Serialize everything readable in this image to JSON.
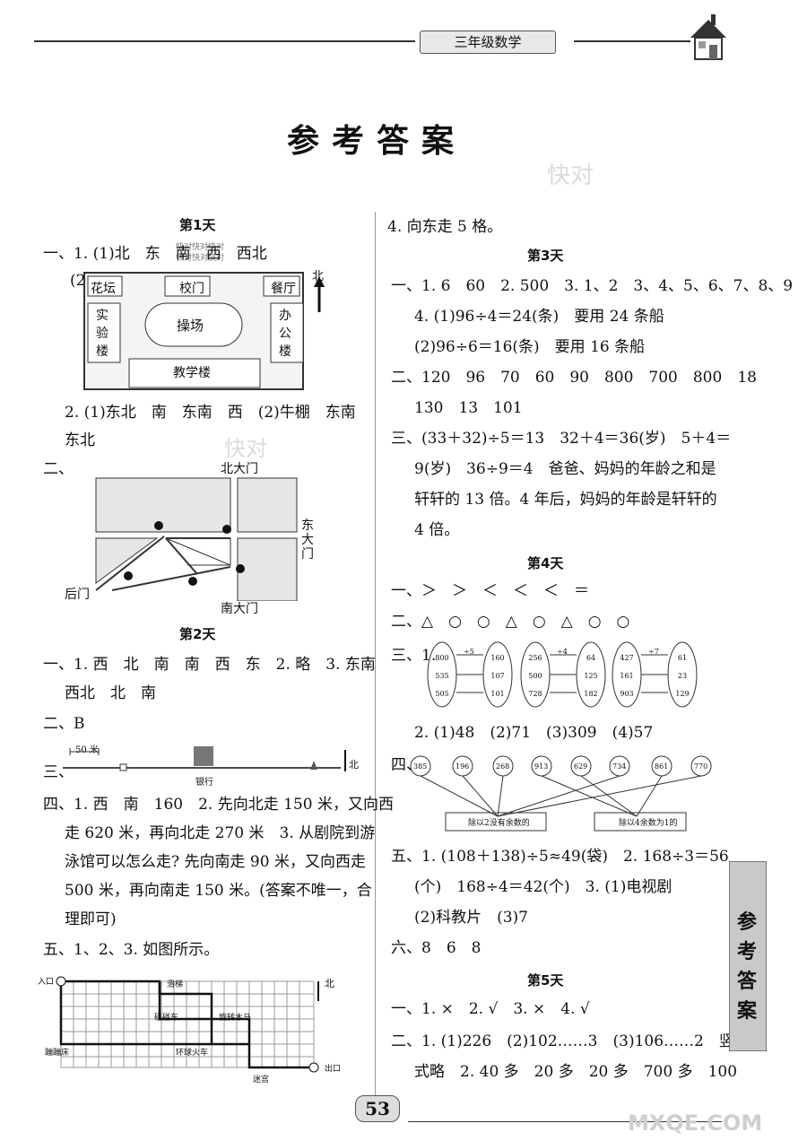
{
  "header": {
    "subject": "三年级数学"
  },
  "title": "参考答案",
  "watermarks": {
    "kuaidui": "快对",
    "wm_small_1": "快对快对快对",
    "wm_small_2": "快对快对快对",
    "mxqe": "MXQE.COM"
  },
  "left": {
    "day1": "第1天",
    "l1": "一、1. (1)北　东　南　西　西北",
    "l1b": "(2)",
    "map1": {
      "huatan": "花坛",
      "xiaomen": "校门",
      "canting": "餐厅",
      "shiyanlou": "实验楼",
      "caochang": "操场",
      "bangonglou": "办公楼",
      "jiaoxuelou": "教学楼",
      "north": "北"
    },
    "l2": "2. (1)东北　南　东南　西　(2)牛棚　东南",
    "l2b": "东北",
    "l3": "二、",
    "map2": {
      "north_gate": "北大门",
      "east_gate": "东大门",
      "back_gate": "后门",
      "south_gate": "南大门"
    },
    "day2": "第2天",
    "l4": "一、1. 西　北　南　南　西　东　2. 略　3. 东南",
    "l4b": "西北　北　南",
    "l5": "二、B",
    "scale": {
      "label": "50 米",
      "bank": "银行",
      "north": "北"
    },
    "l6": "三、",
    "l7": "四、1. 西　南　160　2. 先向北走 150 米，又向西",
    "l7b": "走 620 米，再向北走 270 米　3. 从剧院到游",
    "l7c": "泳馆可以怎么走? 先向南走 90 米，又向西走",
    "l7d": "500 米，再向南走 150 米。(答案不唯一，合",
    "l7e": "理即可)",
    "l8": "五、1、2、3. 如图所示。",
    "grid": {
      "entry": "入口",
      "exit": "出口",
      "huati": "滑梯",
      "pengpengche": "碰碰车",
      "xuanzhuanmuma": "旋转木马",
      "bengbengchuang": "蹦蹦床",
      "huanqiuhuoche": "环球火车",
      "migong": "迷宫",
      "north": "北"
    }
  },
  "right": {
    "r0": "4. 向东走 5 格。",
    "day3": "第3天",
    "r1": "一、1. 6　60　2. 500　3. 1、2　3、4、5、6、7、8、9",
    "r2": "4. (1)96÷4＝24(条)　要用 24 条船",
    "r3": "(2)96÷6＝16(条)　要用 16 条船",
    "r4": "二、120　96　70　60　90　800　700　800　18",
    "r5": "130　13　101",
    "r6": "三、(33＋32)÷5＝13　32＋4＝36(岁)　5＋4＝",
    "r7": "9(岁)　36÷9＝4　爸爸、妈妈的年龄之和是",
    "r8": "轩轩的 13 倍。4 年后，妈妈的年龄是轩轩的",
    "r9": "4 倍。",
    "day4": "第4天",
    "r10": "一、＞　＞　＜　＜　＜　＝",
    "r11": "二、△　○　○　△　○　△　○　○",
    "r12": "三、1.",
    "ovals": {
      "g1": {
        "op": "÷5",
        "in": [
          "800",
          "535",
          "505"
        ],
        "out": [
          "160",
          "107",
          "101"
        ]
      },
      "g2": {
        "op": "÷4",
        "in": [
          "256",
          "500",
          "728"
        ],
        "out": [
          "64",
          "125",
          "182"
        ]
      },
      "g3": {
        "op": "÷7",
        "in": [
          "427",
          "161",
          "903"
        ],
        "out": [
          "61",
          "23",
          "129"
        ]
      }
    },
    "r13": "2. (1)48　(2)71　(3)309　(4)57",
    "r14": "四、",
    "circles": [
      "385",
      "196",
      "268",
      "913",
      "629",
      "734",
      "861",
      "770"
    ],
    "box_left": "除以2没有余数的",
    "box_right": "除以4余数为1的",
    "r15": "五、1. (108＋138)÷5≈49(袋)　2. 168÷3＝56",
    "r16": "(个)　168÷4＝42(个)　3. (1)电视剧",
    "r17": "(2)科教片　(3)7",
    "r18": "六、8　6　8",
    "day5": "第5天",
    "r19": "一、1. ×　2. √　3. ×　4. √",
    "r20": "二、1. (1)226　(2)102……3　(3)106……2　竖",
    "r21": "式略　2. 40 多　20 多　20 多　700 多　100"
  },
  "sidebar": {
    "c1": "参",
    "c2": "考",
    "c3": "答",
    "c4": "案"
  },
  "page_number": "53"
}
